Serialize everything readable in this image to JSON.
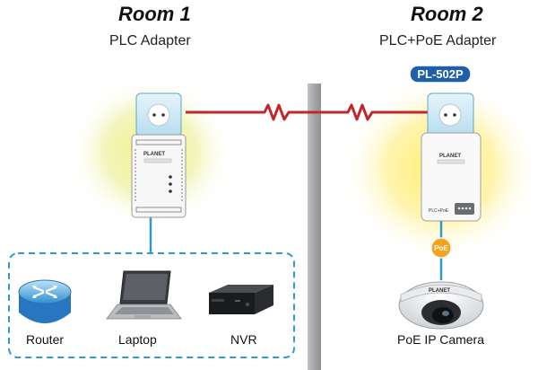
{
  "room1": {
    "title": "Room 1",
    "subtitle": "PLC Adapter"
  },
  "room2": {
    "title": "Room 2",
    "subtitle": "PLC+PoE Adapter",
    "model_badge": "PL-502P"
  },
  "devices": {
    "router": "Router",
    "laptop": "Laptop",
    "nvr": "NVR",
    "camera": "PoE IP Camera"
  },
  "poe_badge": "PoE",
  "adapter_brand": "PLANET",
  "adapter2_front_text": "PLC+PoE",
  "colors": {
    "powerline": "#c0272d",
    "ethernet": "#2e9ad0",
    "wall": "#a7a9ac",
    "badge": "#1f5ea8",
    "poe_badge": "#f7a21b",
    "socket": "#cfe8f6"
  },
  "icons": [
    "wall-socket-icon",
    "router-icon",
    "laptop-icon",
    "nvr-icon",
    "dome-camera-icon"
  ]
}
